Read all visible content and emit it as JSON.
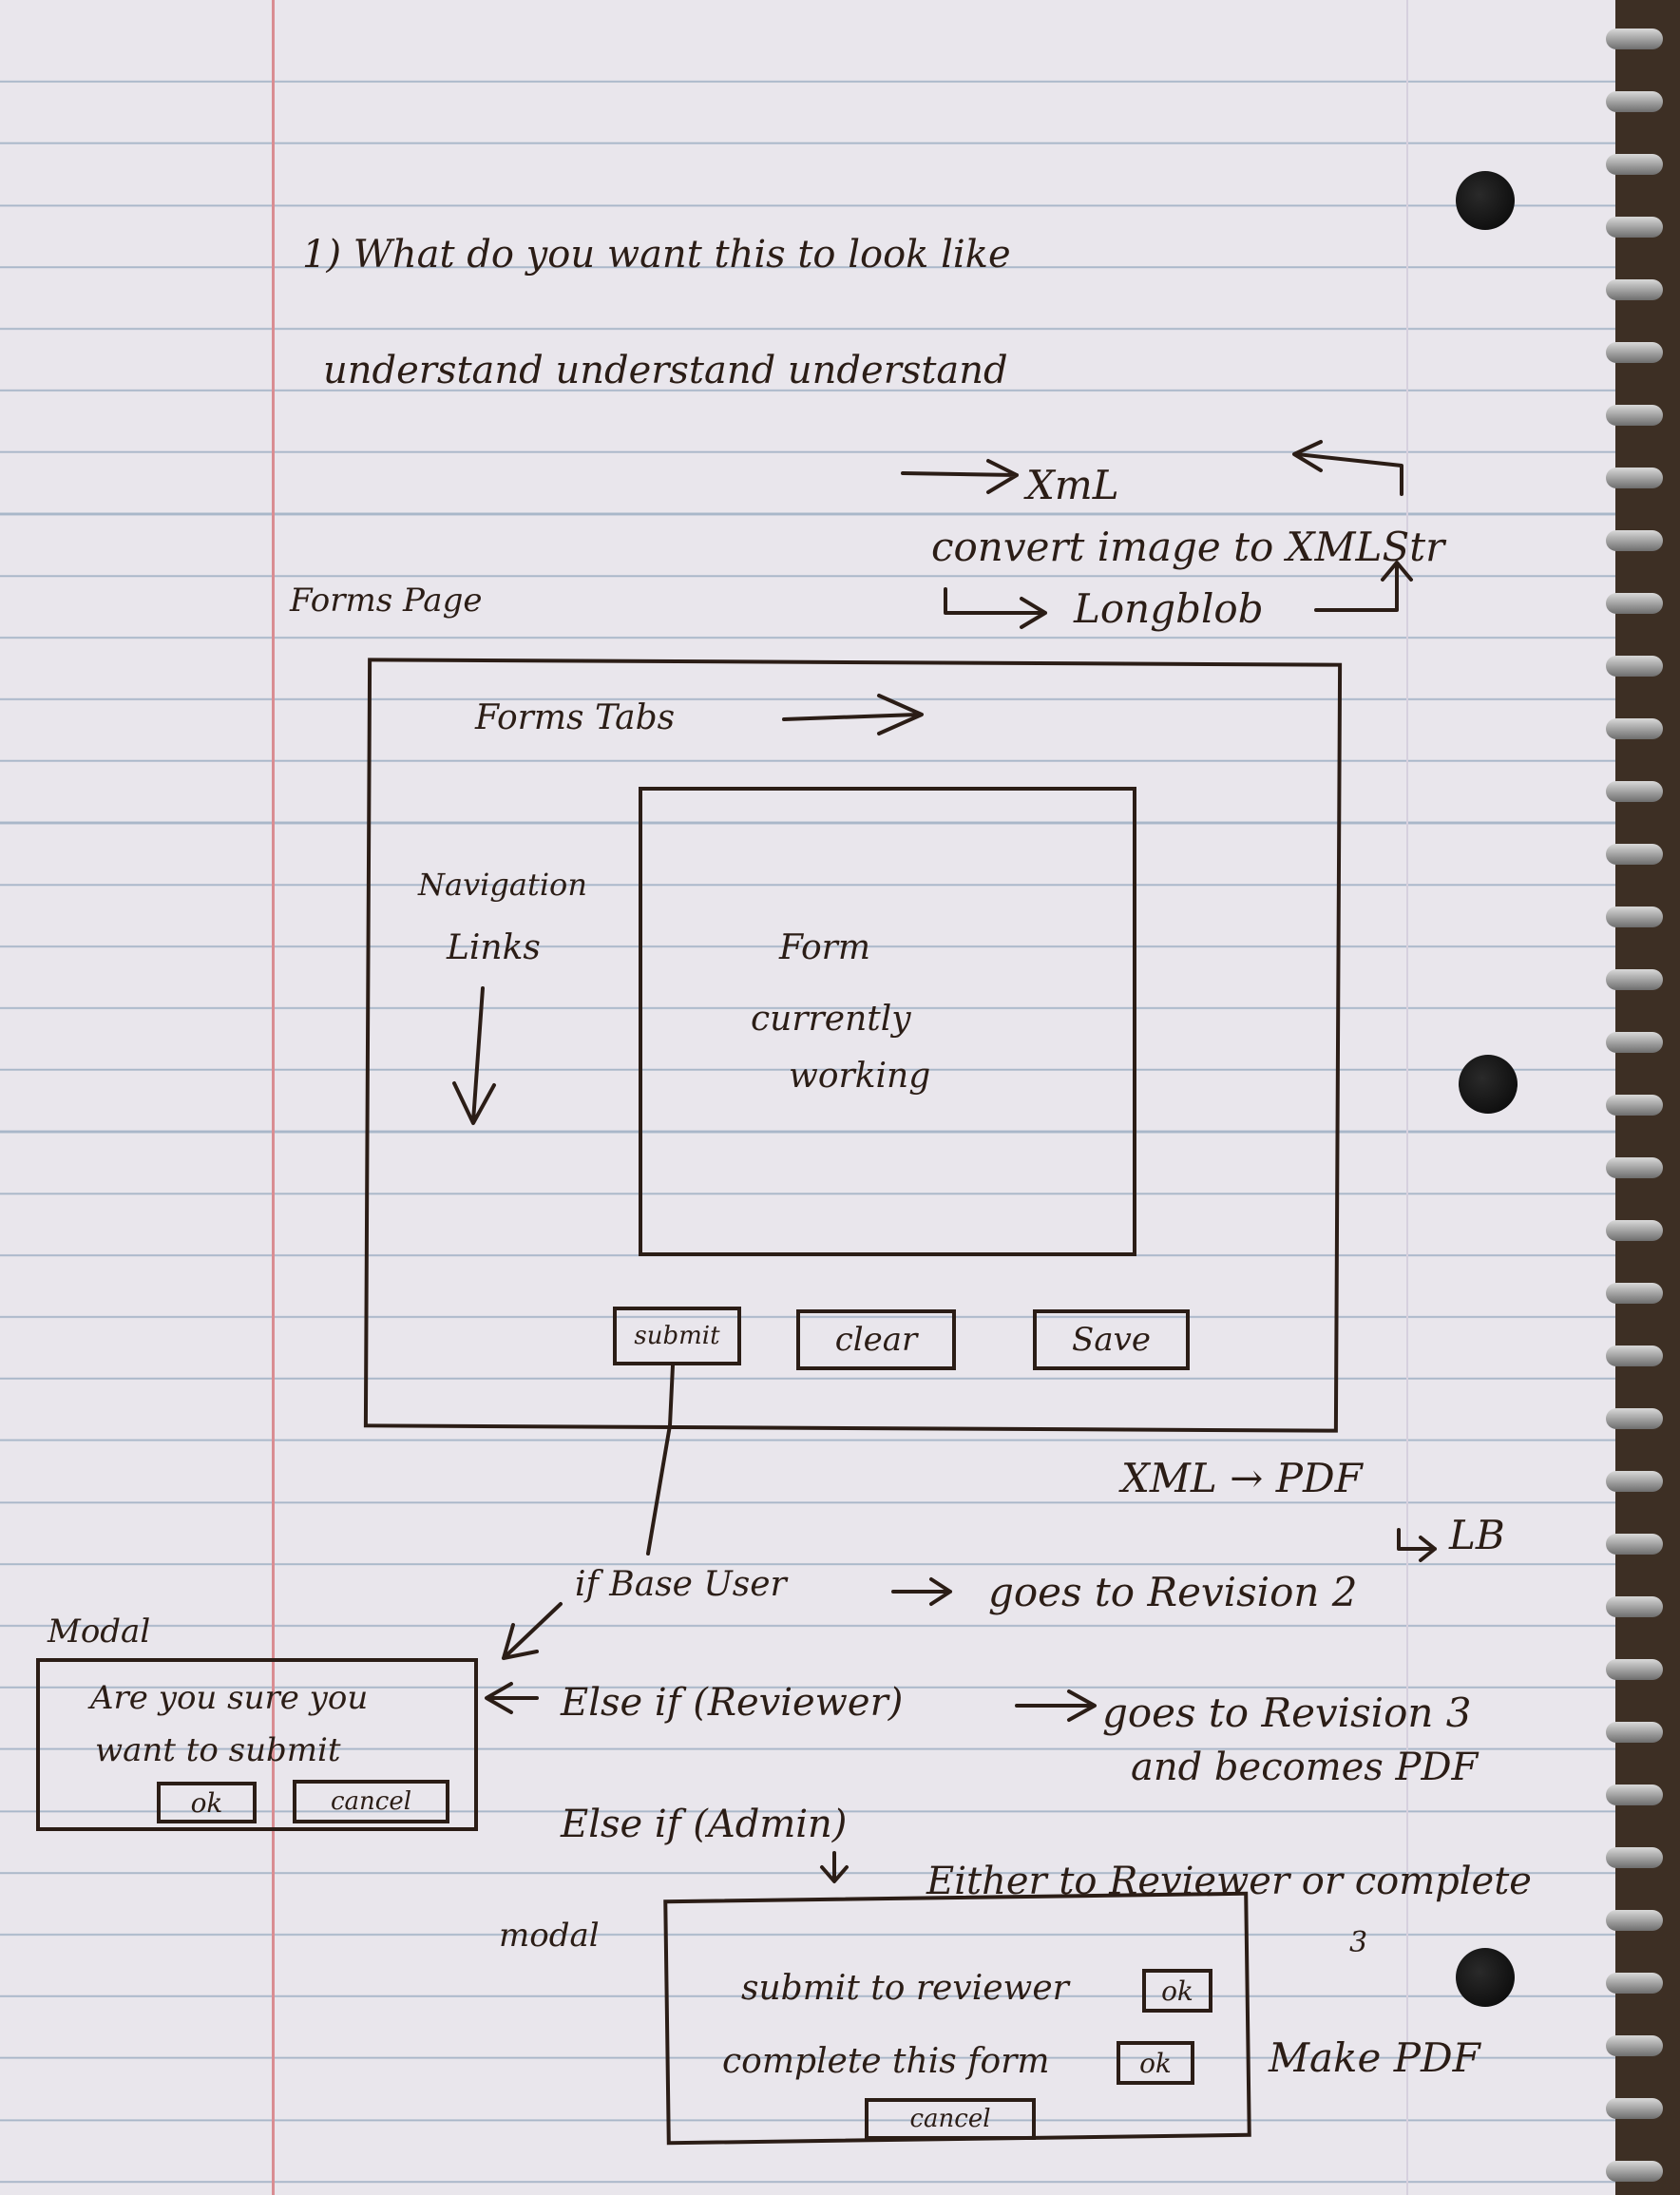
{
  "notes": {
    "question": "1) What do you want this to look like",
    "understand": "understand understand understand",
    "xml": "XmL",
    "convert": "convert image to XMLStr",
    "longblob": "Longblob",
    "forms_page": "Forms Page",
    "forms_tabs": "Forms Tabs",
    "nav_links_1": "Navigation",
    "nav_links_2": "Links",
    "form_1": "Form",
    "form_2": "currently",
    "form_3": "working",
    "submit": "submit",
    "clear": "clear",
    "save": "Save",
    "xml_pdf": "XML → PDF",
    "lb": "LB",
    "if_base_user": "if Base User",
    "goes_rev2": "goes to Revision 2",
    "modal_label_1": "Modal",
    "modal1_line1": "Are you sure you",
    "modal1_line2": "want to submit",
    "ok": "ok",
    "cancel": "cancel",
    "else_reviewer": "Else if (Reviewer)",
    "goes_rev3": "goes to Revision 3",
    "becomes_pdf": "and becomes PDF",
    "else_admin": "Else if (Admin)",
    "either": "Either to Reviewer or complete",
    "three": "3",
    "modal_label_2": "modal",
    "modal2_line1": "submit to reviewer",
    "modal2_line2": "complete this form",
    "make_pdf": "Make PDF"
  }
}
